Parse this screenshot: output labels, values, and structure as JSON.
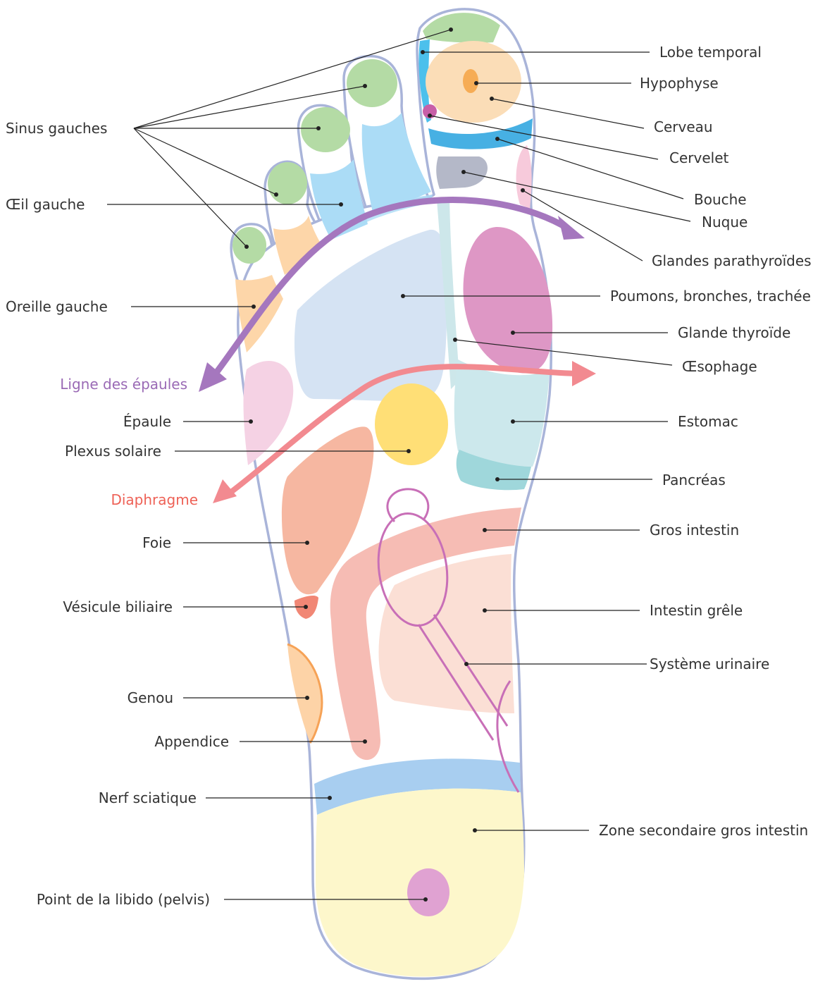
{
  "diagram": {
    "labels": {
      "sinus": "Sinus gauches",
      "oeil": "Œil gauche",
      "oreille": "Oreille gauche",
      "ligne_epaules": "Ligne des épaules",
      "epaule": "Épaule",
      "plexus": "Plexus solaire",
      "diaphragme": "Diaphragme",
      "foie": "Foie",
      "vesicule": "Vésicule biliaire",
      "genou": "Genou",
      "appendice": "Appendice",
      "nerf": "Nerf sciatique",
      "libido": "Point de la libido (pelvis)",
      "lobe_temporal": "Lobe temporal",
      "hypophyse": "Hypophyse",
      "cerveau": "Cerveau",
      "cervelet": "Cervelet",
      "bouche": "Bouche",
      "nuque": "Nuque",
      "parathyroides": "Glandes parathyroïdes",
      "poumons": "Poumons, bronches, trachée",
      "thyroide": "Glande thyroïde",
      "oesophage": "Œsophage",
      "estomac": "Estomac",
      "pancreas": "Pancréas",
      "gros_intestin": "Gros intestin",
      "intestin_grele": "Intestin grêle",
      "urinaire": "Système urinaire",
      "zone_secondaire": "Zone secondaire gros intestin"
    },
    "colors": {
      "outline": "#a9b4d9",
      "sinus": "#b4dba5",
      "ear": "#fdd6a9",
      "eye": "#abdcf6",
      "brain": "#fbddb7",
      "pituitary": "#f6ac55",
      "temporal": "#4cc0ec",
      "cerebellum": "#47b0e3",
      "mouth": "#c85fa8",
      "neck": "#b4b8c8",
      "parathyroid": "#f7cadb",
      "lungs": "#d5e3f3",
      "thyroid": "#de97c5",
      "esophagus": "#cde7ea",
      "stomach": "#cce8ec",
      "pancreas": "#9fd7db",
      "shoulder": "#f5d2e4",
      "solar_plexus": "#ffdf76",
      "liver": "#f6b7a1",
      "gallbladder": "#f18775",
      "colon": "#f6bcb4",
      "small_intestine": "#fbdfd5",
      "urinary": "#c86fb7",
      "knee": "#fdd3a7",
      "knee_rim": "#f6a256",
      "sciatic": "#a8cef0",
      "heel": "#fdf7cb",
      "libido": "#e0a2d2",
      "shoulder_arrow": "#a577be",
      "diaphragm_arrow": "#f28a90",
      "shoulder_label_color": "#9a6ab5",
      "diaphragm_label_color": "#ee6156"
    }
  }
}
